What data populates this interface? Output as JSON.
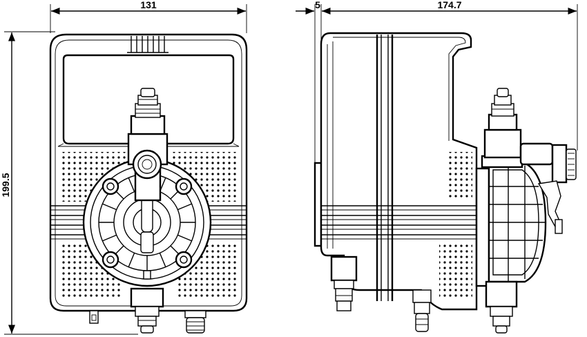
{
  "dimensions": {
    "front_width": "131",
    "front_height": "199.5",
    "side_offset": "5",
    "side_depth": "174.7"
  },
  "colors": {
    "line": "#000000",
    "background": "#ffffff"
  }
}
